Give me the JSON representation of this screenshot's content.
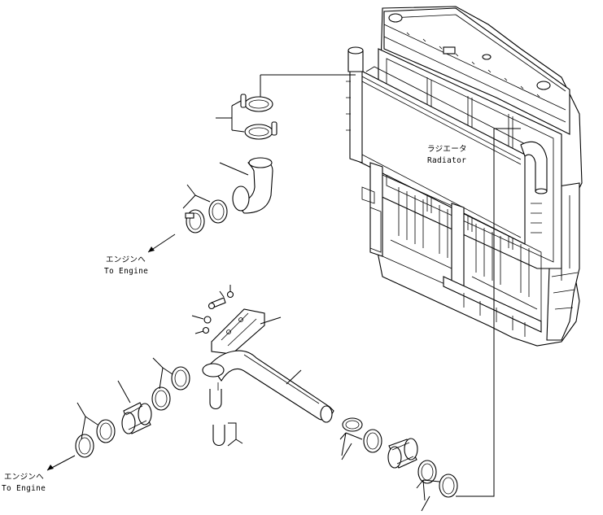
{
  "labels": {
    "radiator_jp": "ラジエータ",
    "radiator_en": "Radiator",
    "engine_upper_jp": "エンジンへ",
    "engine_upper_en": "To Engine",
    "engine_lower_jp": "エンジンへ",
    "engine_lower_en": "To Engine"
  },
  "colors": {
    "line": "#000000",
    "background": "#ffffff"
  }
}
